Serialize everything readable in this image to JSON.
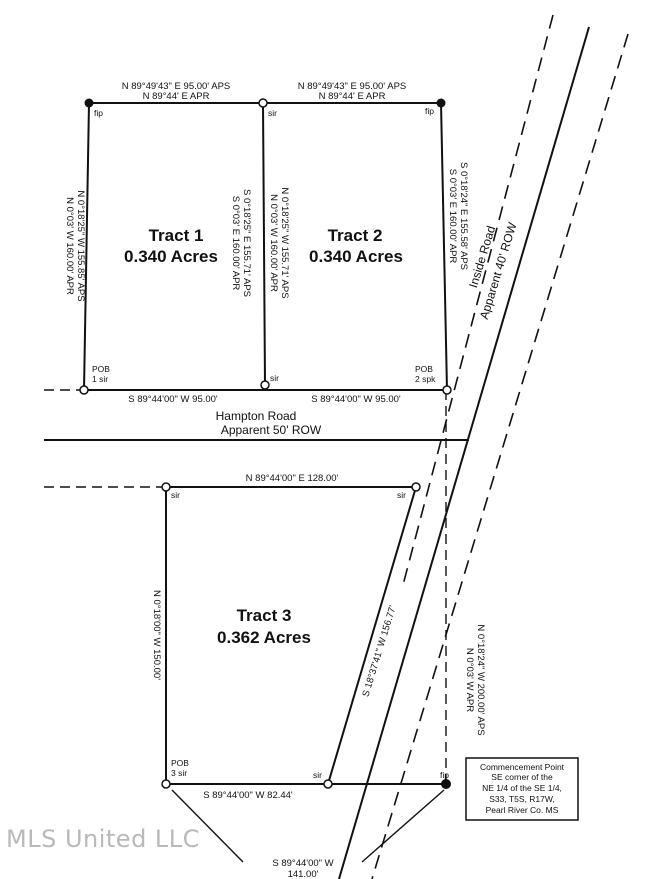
{
  "tract1": {
    "name": "Tract 1",
    "area": "0.340 Acres",
    "north_aps": "N 89°49'43\" E 95.00' APS",
    "north_apr": "N 89°44' E APR",
    "south": "S 89°44'00\" W 95.00'",
    "west_aps": "N 0°18'25\" W 155.85' APS",
    "west_apr": "N 0°03' W 160.00' APR",
    "east_aps": "S 0°18'25\" E 155.71' APS",
    "east_apr": "S 0°03' E 160.00' APR"
  },
  "tract2": {
    "name": "Tract 2",
    "area": "0.340 Acres",
    "north_aps": "N 89°49'43\" E 95.00' APS",
    "north_apr": "N 89°44' E APR",
    "south": "S 89°44'00\" W 95.00'",
    "west_aps": "N 0°18'25\" W 155.71' APS",
    "west_apr": "N 0°03' W 160.00' APR",
    "east_aps": "S 0°18'24\" E 155.58' APS",
    "east_apr": "S 0°03' E 160.00' APR"
  },
  "tract3": {
    "name": "Tract 3",
    "area": "0.362 Acres",
    "north": "N 89°44'00\" E 128.00'",
    "west": "N 0°18'00\" W 150.00'",
    "east": "S 18°37'41\" W 156.77'",
    "south": "S 89°44'00\" W 82.44'"
  },
  "commencement_line": {
    "aps": "N 0°18'24\" W 200.00' APS",
    "apr": "N 0°03' W APR"
  },
  "bottom_bearing": {
    "line1": "S 89°44'00\" W",
    "line2": "141.00'"
  },
  "hampton_road": {
    "name": "Hampton Road",
    "row": "Apparent 50' ROW"
  },
  "inside_road": {
    "name": "Inside Road",
    "row": "Apparent 40' ROW"
  },
  "markers": {
    "fip": "fip",
    "sir": "sir",
    "pob": "POB",
    "pob1": "1 sir",
    "pob2": "2 spk",
    "pob3": "3 sir"
  },
  "commencement_box": {
    "line1": "Commencement Point",
    "line2": "SE corner of the",
    "line3": "NE 1/4 of the SE 1/4,",
    "line4": "S33, T5S, R17W,",
    "line5": "Pearl River Co. MS"
  },
  "watermark": "MLS United LLC"
}
